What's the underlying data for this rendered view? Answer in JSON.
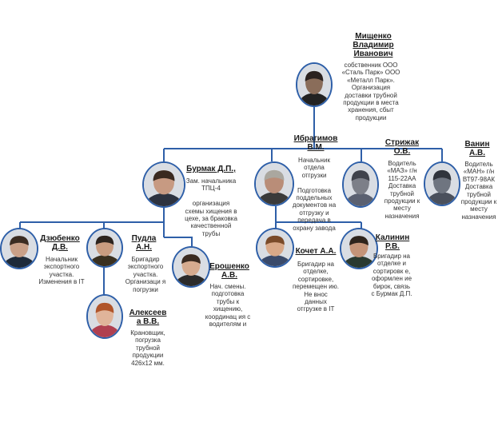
{
  "people": [
    {
      "id": "mishchenko",
      "name": "Мищенко Владимир Иванович",
      "desc": "собственник  ООО «Сталь Парк» ООО «Металл Парк». Организация доставки  трубной продукции в места хранения, сбыт продукции",
      "skin": "#8a6d5a",
      "hair": "#2a2220",
      "shirt": "#222"
    },
    {
      "id": "ibragimov",
      "name": "Ибрагимов В.М.",
      "desc": "Начальник отдела отгрузки\n\nПодготовка поддельных документов на отгрузку и передача в охрану завода",
      "skin": "#b98d78",
      "hair": "#aaa79f",
      "shirt": "#3a3a3a"
    },
    {
      "id": "burmak",
      "name": "Бурмак Д.П.,",
      "desc": "Зам. начальника ТПЦ-4\n\nорганизация схемы хищения  в цехе, за браковка качественной трубы",
      "skin": "#c79a82",
      "hair": "#3a2a20",
      "shirt": "#2d3340"
    },
    {
      "id": "strizhak",
      "name": "Стрижак О.В.",
      "desc": "Водитель «МАЗ» г/н 115-22АА Доставка трубной продукции к месту назначения",
      "skin": "#7c7f88",
      "hair": "#40434c",
      "shirt": "#5a6070"
    },
    {
      "id": "vanin",
      "name": "Ванин А.В.",
      "desc": "Водитель «МАН» г/н ВТ97-98АК Доставка трубной продукции к месту назначения",
      "skin": "#6f7580",
      "hair": "#30343c",
      "shirt": "#4a505c"
    },
    {
      "id": "dzyubenko",
      "name": "Дзюбенко Д.В.",
      "desc": "Начальник экспортного участка. Изменения  в IT",
      "skin": "#c9a088",
      "hair": "#3b2c22",
      "shirt": "#1d2a3a"
    },
    {
      "id": "pudla",
      "name": "Пудла А.Н.",
      "desc": "Бригадир экспортного участка. Организаци я погрузки",
      "skin": "#c99c80",
      "hair": "#2d241e",
      "shirt": "#3a3020"
    },
    {
      "id": "yeroshenko",
      "name": "Ерошенко А.В.",
      "desc": "Нач. смены. подготовка трубы к хищению, координац ия с водителям и",
      "skin": "#d6ab8f",
      "hair": "#3a2a20",
      "shirt": "#2b2b2b"
    },
    {
      "id": "kochet",
      "name": "Кочет А.А.",
      "desc": "Бригадир на отделке, сортировке, перемещен ию. Не внос данных отгрузке в IT",
      "skin": "#d8a888",
      "hair": "#7a4b2a",
      "shirt": "#3a4a6a"
    },
    {
      "id": "kalinin",
      "name": "Калинин Р.В.",
      "desc": "Бригадир на отделке и сортировк е, оформлен ие бирок, связь с Бурмак Д.П.",
      "skin": "#c49478",
      "hair": "#2e241c",
      "shirt": "#2a3a30"
    },
    {
      "id": "alekseeva",
      "name": "Алексеев а В.В.",
      "desc": "Крановщик, погрузка трубной продукции 426х12 мм.",
      "skin": "#e0b49a",
      "hair": "#b0552a",
      "shirt": "#b04050"
    }
  ],
  "colors": {
    "line": "#2e5fa8",
    "photo_border": "#2e5fa8"
  }
}
